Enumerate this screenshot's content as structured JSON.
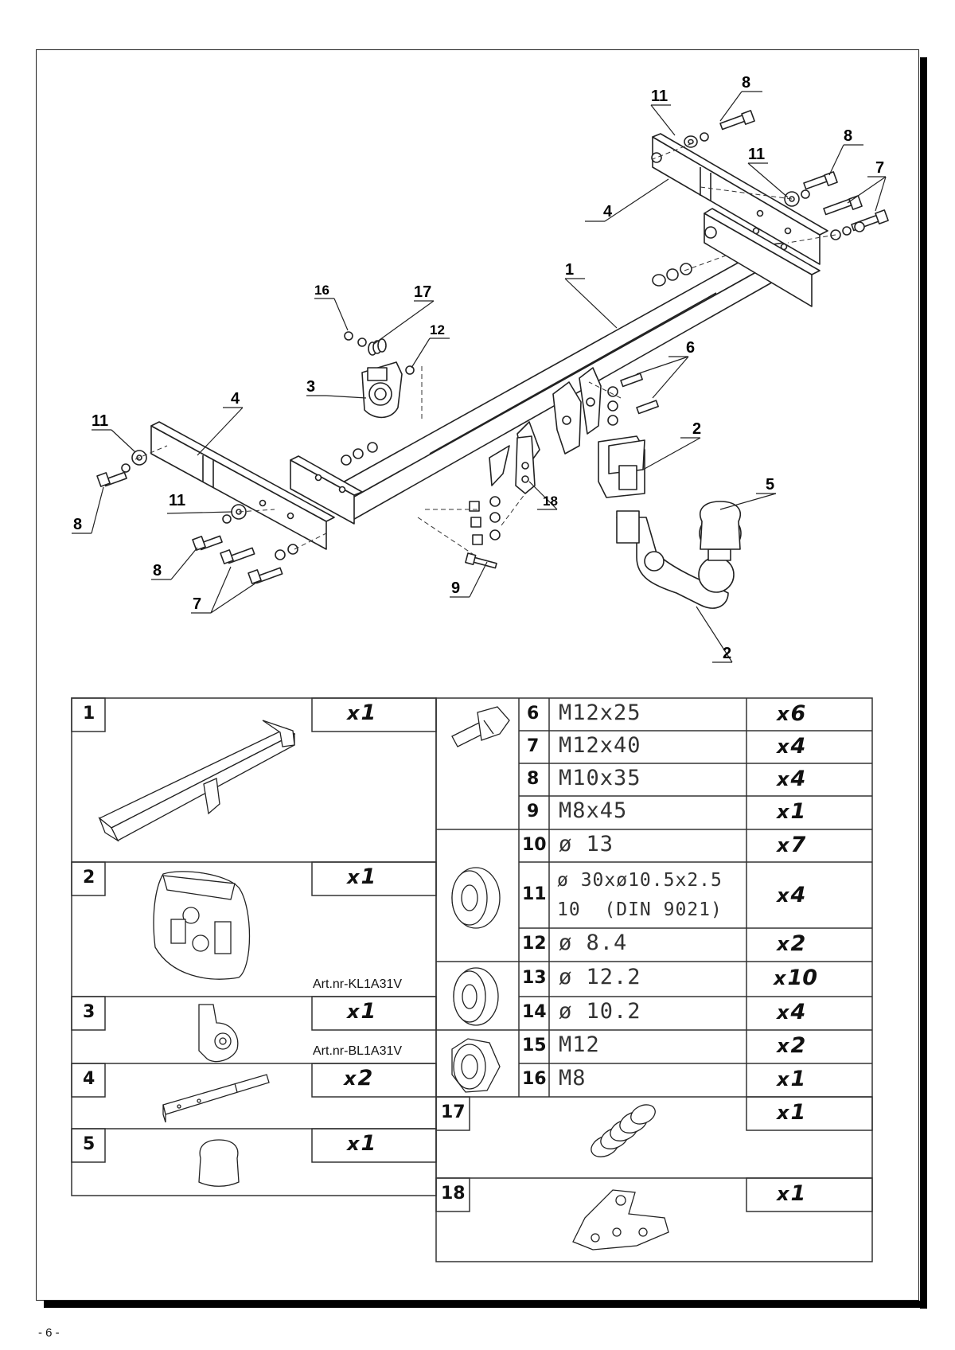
{
  "page_number": "- 6 -",
  "diagram": {
    "callouts": {
      "c1": "1",
      "c2a": "2",
      "c2b": "2",
      "c3": "3",
      "c4a": "4",
      "c4b": "4",
      "c5": "5",
      "c6": "6",
      "c7a": "7",
      "c7b": "7",
      "c8a": "8",
      "c8b": "8",
      "c8c": "8",
      "c8d": "8",
      "c9": "9",
      "c11a": "11",
      "c11b": "11",
      "c11c": "11",
      "c11d": "11",
      "c12": "12",
      "c16": "16",
      "c17": "17",
      "c18": "18"
    }
  },
  "parts_table": {
    "left": [
      {
        "num": "1",
        "qty": "1",
        "art": ""
      },
      {
        "num": "2",
        "qty": "1",
        "art": "Art.nr-KL1A31V"
      },
      {
        "num": "3",
        "qty": "1",
        "art": "Art.nr-BL1A31V"
      },
      {
        "num": "4",
        "qty": "2",
        "art": ""
      },
      {
        "num": "5",
        "qty": "1",
        "art": ""
      }
    ],
    "right": [
      {
        "num": "6",
        "spec": "M12x25",
        "qty": "6"
      },
      {
        "num": "7",
        "spec": "M12x40",
        "qty": "4"
      },
      {
        "num": "8",
        "spec": "M10x35",
        "qty": "4"
      },
      {
        "num": "9",
        "spec": "M8x45",
        "qty": "1"
      },
      {
        "num": "10",
        "spec": "ø 13",
        "qty": "7"
      },
      {
        "num": "11",
        "spec": "ø 30xø10.5x2.5",
        "spec2": "10  (DIN 9021)",
        "qty": "4"
      },
      {
        "num": "12",
        "spec": "ø 8.4",
        "qty": "2"
      },
      {
        "num": "13",
        "spec": "ø 12.2",
        "qty": "10"
      },
      {
        "num": "14",
        "spec": "ø 10.2",
        "qty": "4"
      },
      {
        "num": "15",
        "spec": "M12",
        "qty": "2"
      },
      {
        "num": "16",
        "spec": "M8",
        "qty": "1"
      },
      {
        "num": "17",
        "qty": "1"
      },
      {
        "num": "18",
        "qty": "1"
      }
    ],
    "x_sign": "x"
  }
}
